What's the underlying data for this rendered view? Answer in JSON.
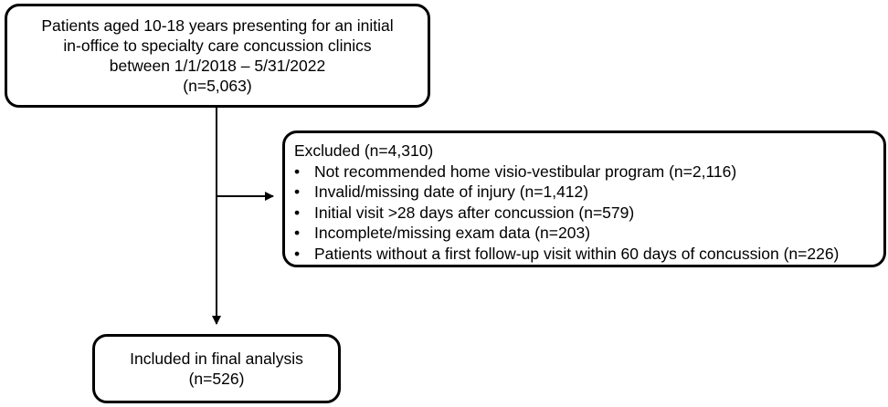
{
  "top_box": {
    "lines": [
      "Patients aged 10-18 years presenting for an initial",
      "in-office to specialty care concussion clinics",
      "between 1/1/2018 – 5/31/2022",
      "(n=5,063)"
    ]
  },
  "excluded_box": {
    "title": "Excluded (n=4,310)",
    "bullet_symbol": "•",
    "items": [
      "Not recommended home visio-vestibular program (n=2,116)",
      "Invalid/missing date of injury (n=1,412)",
      "Initial visit >28 days after concussion (n=579)",
      "Incomplete/missing exam data (n=203)",
      "Patients without a first follow-up visit within 60 days of concussion (n=226)"
    ]
  },
  "bottom_box": {
    "lines": [
      "Included in final analysis",
      "(n=526)"
    ]
  }
}
